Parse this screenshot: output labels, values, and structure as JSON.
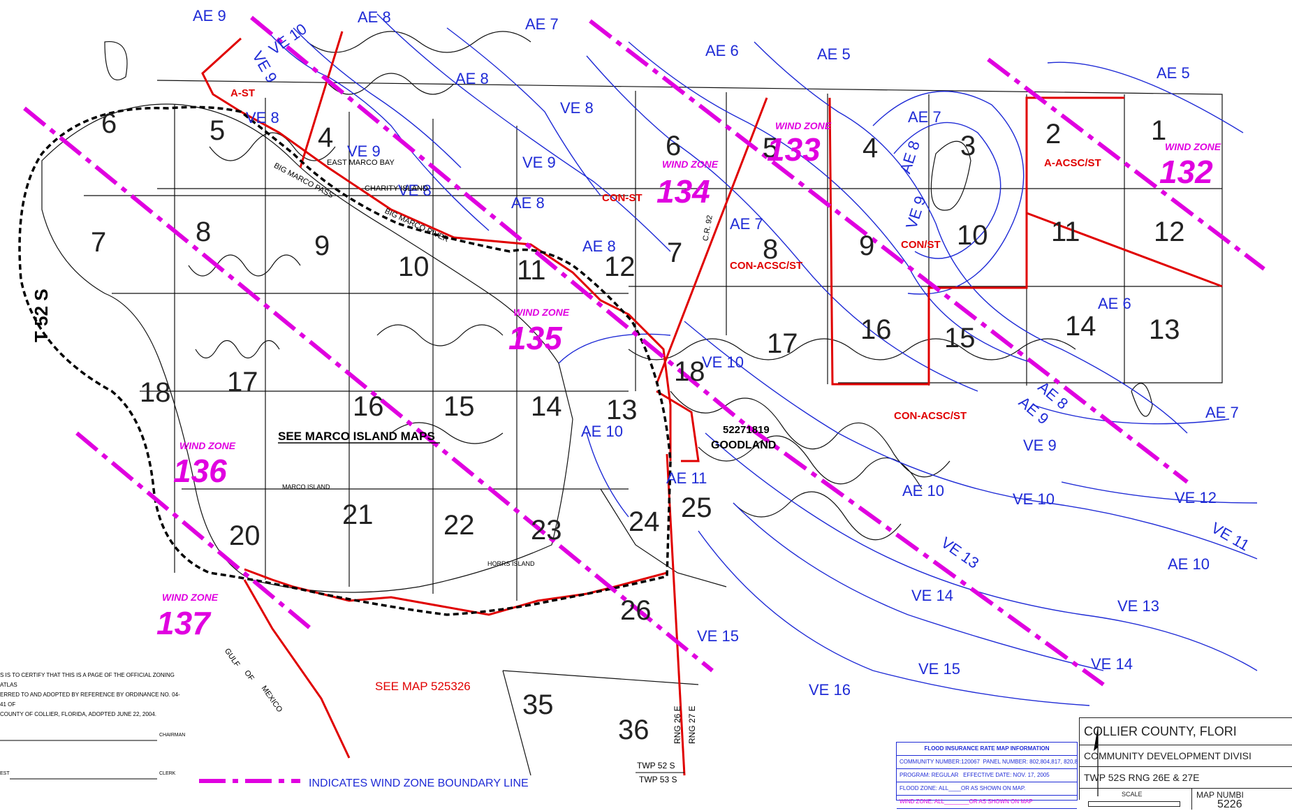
{
  "township": "T 52 S",
  "flood_labels": [
    "AE 9",
    "AE 8",
    "AE 7",
    "AE 6",
    "AE 5",
    "AE 5",
    "VE 10",
    "VE 9",
    "AE 8",
    "VE 8",
    "VE 8",
    "VE 9",
    "VE 9",
    "AE 8",
    "VE 8",
    "AE 7",
    "AE 8",
    "AE 7",
    "AE 8",
    "VE 9",
    "AE 6",
    "VE 10",
    "AE 10",
    "AE 11",
    "AE 8",
    "AE 9",
    "VE 9",
    "AE 10",
    "VE 10",
    "AE 7",
    "VE 12",
    "VE 11",
    "AE 10",
    "VE 13",
    "VE 14",
    "VE 13",
    "VE 15",
    "VE 15",
    "VE 14",
    "VE 16"
  ],
  "section_numbers": [
    "6",
    "5",
    "4",
    "7",
    "8",
    "9",
    "10",
    "11",
    "12",
    "18",
    "17",
    "16",
    "15",
    "14",
    "13",
    "20",
    "21",
    "22",
    "23",
    "24",
    "25",
    "6",
    "5",
    "4",
    "3",
    "2",
    "1",
    "7",
    "8",
    "9",
    "10",
    "11",
    "12",
    "18",
    "17",
    "16",
    "15",
    "14",
    "13",
    "26",
    "35",
    "36"
  ],
  "wind_zones": [
    {
      "label": "WIND ZONE",
      "number": "133"
    },
    {
      "label": "WIND ZONE",
      "number": "134"
    },
    {
      "label": "WIND ZONE",
      "number": "132"
    },
    {
      "label": "WIND ZONE",
      "number": "135"
    },
    {
      "label": "WIND ZONE",
      "number": "136"
    },
    {
      "label": "WIND ZONE",
      "number": "137"
    }
  ],
  "zoning_labels": [
    "A-ST",
    "CON-ST",
    "A-ACSC/ST",
    "CON/ST",
    "CON-ACSC/ST",
    "CON-ACSC/ST"
  ],
  "place_names": [
    "EAST MARCO BAY",
    "CHARITY ISLAND",
    "BIG MARCO PASS",
    "BIG MARCO RIVER",
    "C.R. 92",
    "MARCO ISLAND",
    "HORRS ISLAND",
    "GOODLAND",
    "GULF",
    "OF",
    "MEXICO"
  ],
  "map_refs": {
    "marco": "SEE MARCO ISLAND MAPS",
    "goodland_code": "52271819",
    "south": "SEE MAP 525326",
    "rng_west": "RNG 26 E",
    "rng_east": "RNG 27 E",
    "twp_north": "TWP 52 S",
    "twp_south": "TWP 53 S"
  },
  "legend": {
    "wind_line": "INDICATES WIND ZONE BOUNDARY LINE"
  },
  "certification": {
    "line1": "S IS TO CERTIFY THAT THIS IS A PAGE OF THE OFFICIAL ZONING ATLAS",
    "line2": "ERRED TO AND ADOPTED BY REFERENCE BY ORDINANCE NO. 04-41 OF",
    "line3": "COUNTY OF COLLIER, FLORIDA, ADOPTED JUNE 22, 2004.",
    "chairman": "CHAIRMAN",
    "attest": "EST",
    "clerk": "CLERK"
  },
  "flood_info": {
    "title": "FLOOD INSURANCE RATE MAP INFORMATION",
    "community": "COMMUNITY NUMBER:120067",
    "panel": "PANEL NUMBER: 802,804,817, 820,855G",
    "program": "PROGRAM: REGULAR",
    "effective": "EFFECTIVE DATE: NOV. 17, 2005",
    "flood_zone": "FLOOD ZONE: ALL____OR AS SHOWN ON MAP.",
    "wind_zone": "WIND ZONE: ALL________OR AS SHOWN ON MAP"
  },
  "title_block": {
    "county": "COLLIER COUNTY, FLORI",
    "division": "COMMUNITY DEVELOPMENT DIVISI",
    "twp": "TWP 52S RNG 26E & 27E",
    "scale": "SCALE",
    "map_number_label": "MAP NUMBI",
    "map_number": "5226"
  },
  "colors": {
    "flood": "#1f2bd6",
    "zoning": "#e00000",
    "wind": "#e000e0",
    "linework": "#111111"
  }
}
